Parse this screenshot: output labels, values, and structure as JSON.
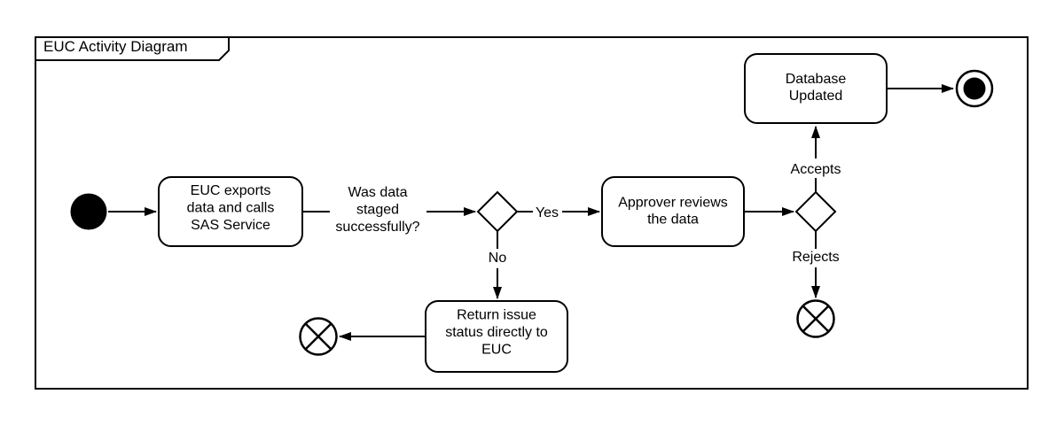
{
  "diagram": {
    "title": "EUC Activity Diagram",
    "tasks": {
      "export": {
        "lines": [
          "EUC exports",
          "data and calls",
          "SAS Service"
        ]
      },
      "review": {
        "lines": [
          "Approver reviews",
          "the data"
        ]
      },
      "database": {
        "lines": [
          "Database",
          "Updated"
        ]
      },
      "return": {
        "lines": [
          "Return issue",
          "status directly to",
          "EUC"
        ]
      }
    },
    "edge_labels": {
      "question": {
        "lines": [
          "Was data",
          "staged",
          "successfully?"
        ]
      },
      "yes": "Yes",
      "no": "No",
      "accepts": "Accepts",
      "rejects": "Rejects"
    },
    "colors": {
      "stroke": "#000000",
      "fill": "#ffffff"
    }
  }
}
